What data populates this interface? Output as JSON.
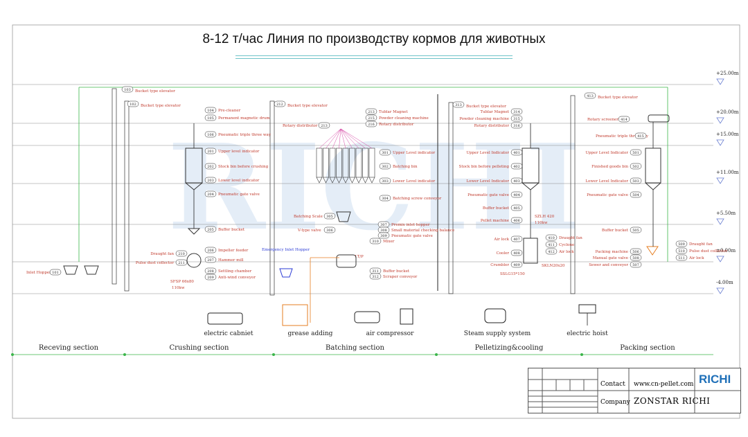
{
  "title": "8-12 т/час Линия по производству кормов для животных",
  "levels": [
    "+25.00m",
    "+20.00m",
    "+15.00m",
    "+11.00m",
    "+5.50m",
    "±0.00m",
    "-4.00m"
  ],
  "sections": [
    "Receving section",
    "Crushing section",
    "Batching section",
    "Pelletizing&cooling",
    "Packing section"
  ],
  "aux_equipment": [
    "electric cabniet",
    "grease adding",
    "air compressor",
    "Steam supply system",
    "electric hoist"
  ],
  "receiving": {
    "inlet_hopper": "Inlet Hopper",
    "inlet_hopper_no": "101",
    "elevator": "Bucket type elevator",
    "elevator_no": "103"
  },
  "crushing": {
    "elevator": "Bucket type elevator",
    "elevator_no": "102",
    "items": [
      {
        "no": "104",
        "label": "Pre-cleaner"
      },
      {
        "no": "105",
        "label": "Permanent magnetic drum"
      },
      {
        "no": "106",
        "label": "Pneumatic triple three way"
      },
      {
        "no": "201",
        "label": "Upper level indicator"
      },
      {
        "no": "202",
        "label": "Stock bin before crushing"
      },
      {
        "no": "203",
        "label": "Lower level indicator"
      },
      {
        "no": "204",
        "label": "Pneumatic gate valve"
      },
      {
        "no": "205",
        "label": "Buffer bucket"
      },
      {
        "no": "206",
        "label": "Impeller feeder"
      },
      {
        "no": "207",
        "label": "Hammer mill"
      },
      {
        "no": "208",
        "label": "Settling chamber"
      },
      {
        "no": "209",
        "label": "Anti-wind conveyor"
      }
    ],
    "left_items": [
      {
        "no": "210",
        "label": "Draught fan"
      },
      {
        "no": "211",
        "label": "Pulse dust collector"
      }
    ],
    "mill_model": "SFSP 66x80",
    "mill_power": "110kw"
  },
  "batching": {
    "elevator": "Bucket type elevator",
    "elevator_no": "212",
    "top_items": [
      {
        "no": "213",
        "label": "Tublar Magnet"
      },
      {
        "no": "215",
        "label": "Powder cleaning machine"
      },
      {
        "no": "216",
        "label": "Rotary distributor"
      }
    ],
    "rotary": "Rotary distributor",
    "rotary_no": "213",
    "right_items": [
      {
        "no": "301",
        "label": "Upper Level indicator"
      },
      {
        "no": "302",
        "label": "Batching bin"
      },
      {
        "no": "303",
        "label": "Lower Level indicator"
      },
      {
        "no": "304",
        "label": "Batching screw conveyor"
      }
    ],
    "scale": "Batching Scale",
    "scale_no": "305",
    "vvalve": "V-type valve",
    "vvalve_no": "306",
    "premix": [
      {
        "no": "307",
        "label": "Premix inlet hopper"
      },
      {
        "no": "308",
        "label": "Small material checking balance"
      },
      {
        "no": "309",
        "label": "Pneumatic gate valve"
      }
    ],
    "emergency": "Emergency Inlet Hopper",
    "mixer_cap": "1T/P",
    "mixer": {
      "no": "310",
      "label": "Mixer"
    },
    "lower": [
      {
        "no": "311",
        "label": "Buffer bucket"
      },
      {
        "no": "312",
        "label": "Scraper conveyor"
      }
    ]
  },
  "pelleting": {
    "elevator": "Bucket type elevator",
    "elevator_no": "313",
    "left_items": [
      {
        "label": "Tublar Magnet",
        "no": "314"
      },
      {
        "label": "Powder cleaning machine",
        "no": "315"
      },
      {
        "label": "Rotary distributor",
        "no": "316"
      },
      {
        "label": "Upper Level Indicator",
        "no": "401"
      },
      {
        "label": "Stock bin before pelleting",
        "no": "402"
      },
      {
        "label": "Lower Level Indicator",
        "no": "403"
      },
      {
        "label": "Pneumatic gate valve",
        "no": "404"
      },
      {
        "label": "Buffer bucket",
        "no": "405"
      },
      {
        "label": "Pellet machine",
        "no": "406"
      },
      {
        "label": "Air lock",
        "no": "407"
      },
      {
        "label": "Cooler",
        "no": "408"
      },
      {
        "label": "Crumbler",
        "no": "409"
      }
    ],
    "right_items": [
      {
        "no": "410",
        "label": "Draught fan"
      },
      {
        "no": "411",
        "label": "Cyclone"
      },
      {
        "no": "412",
        "label": "Air lock"
      }
    ],
    "pellet_model": "SZLH 420",
    "pellet_power": "110kw",
    "cooler_model": "SKLN20x20",
    "crumbler_model": "SSLG15*150"
  },
  "packing": {
    "elevator": "Bucket type elevator",
    "elevator_no": "413",
    "screener": "Rotary screener",
    "screener_no": "414",
    "triple": "Pneumatic triple three way",
    "triple_no": "415",
    "left_items": [
      {
        "label": "Upper Level Indicator",
        "no": "501"
      },
      {
        "label": "Finished goods bin",
        "no": "502"
      },
      {
        "label": "Lower Level Indicator",
        "no": "503"
      },
      {
        "label": "Pneumatic gate valve",
        "no": "504"
      },
      {
        "label": "Buffer bucket",
        "no": "505"
      },
      {
        "label": "Packing machine",
        "no": "506"
      },
      {
        "label": "Manual gate valve",
        "no": "508"
      },
      {
        "label": "Sewer and conveyor",
        "no": "507"
      }
    ],
    "right_items": [
      {
        "no": "509",
        "label": "Draught fan"
      },
      {
        "no": "510",
        "label": "Pulse dust collector"
      },
      {
        "no": "511",
        "label": "Air lock"
      }
    ]
  },
  "title_block": {
    "contact_label": "Contact",
    "contact_value": "www.cn-pellet.com",
    "company_label": "Company",
    "company_value": "ZONSTAR RICHI",
    "logo": "RICHI",
    "watermark": "RICHI"
  },
  "colors": {
    "line": "#222222",
    "red": "#c0392b",
    "green": "#3bb54a",
    "orange": "#e67e22",
    "blue": "#2b3bd6",
    "pink": "#d64aa6",
    "level": "#6a7fd1"
  }
}
